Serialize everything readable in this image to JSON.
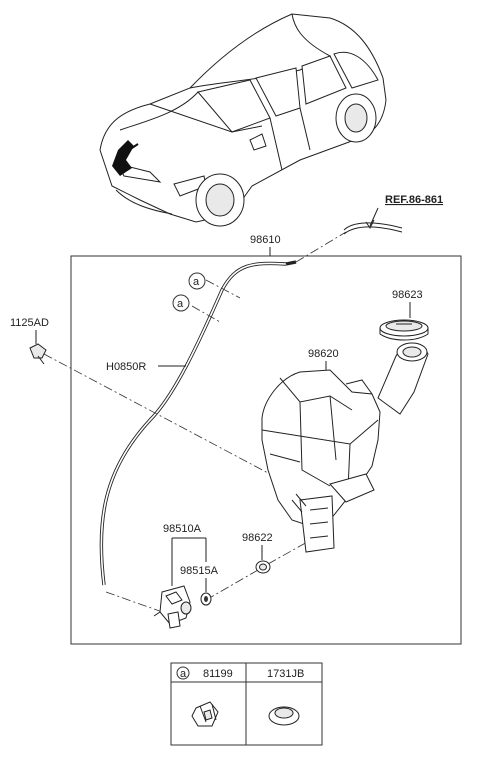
{
  "reference": "REF.86-861",
  "labels": {
    "assembly": "98610",
    "hose": "H0850R",
    "bolt": "1125AD",
    "cap": "98623",
    "reservoir": "98620",
    "pump": "98510A",
    "pump_seal": "98515A",
    "grommet": "98622",
    "callout_letter": "a"
  },
  "legend": {
    "col1_code": "81199",
    "col2_code": "1731JB"
  }
}
